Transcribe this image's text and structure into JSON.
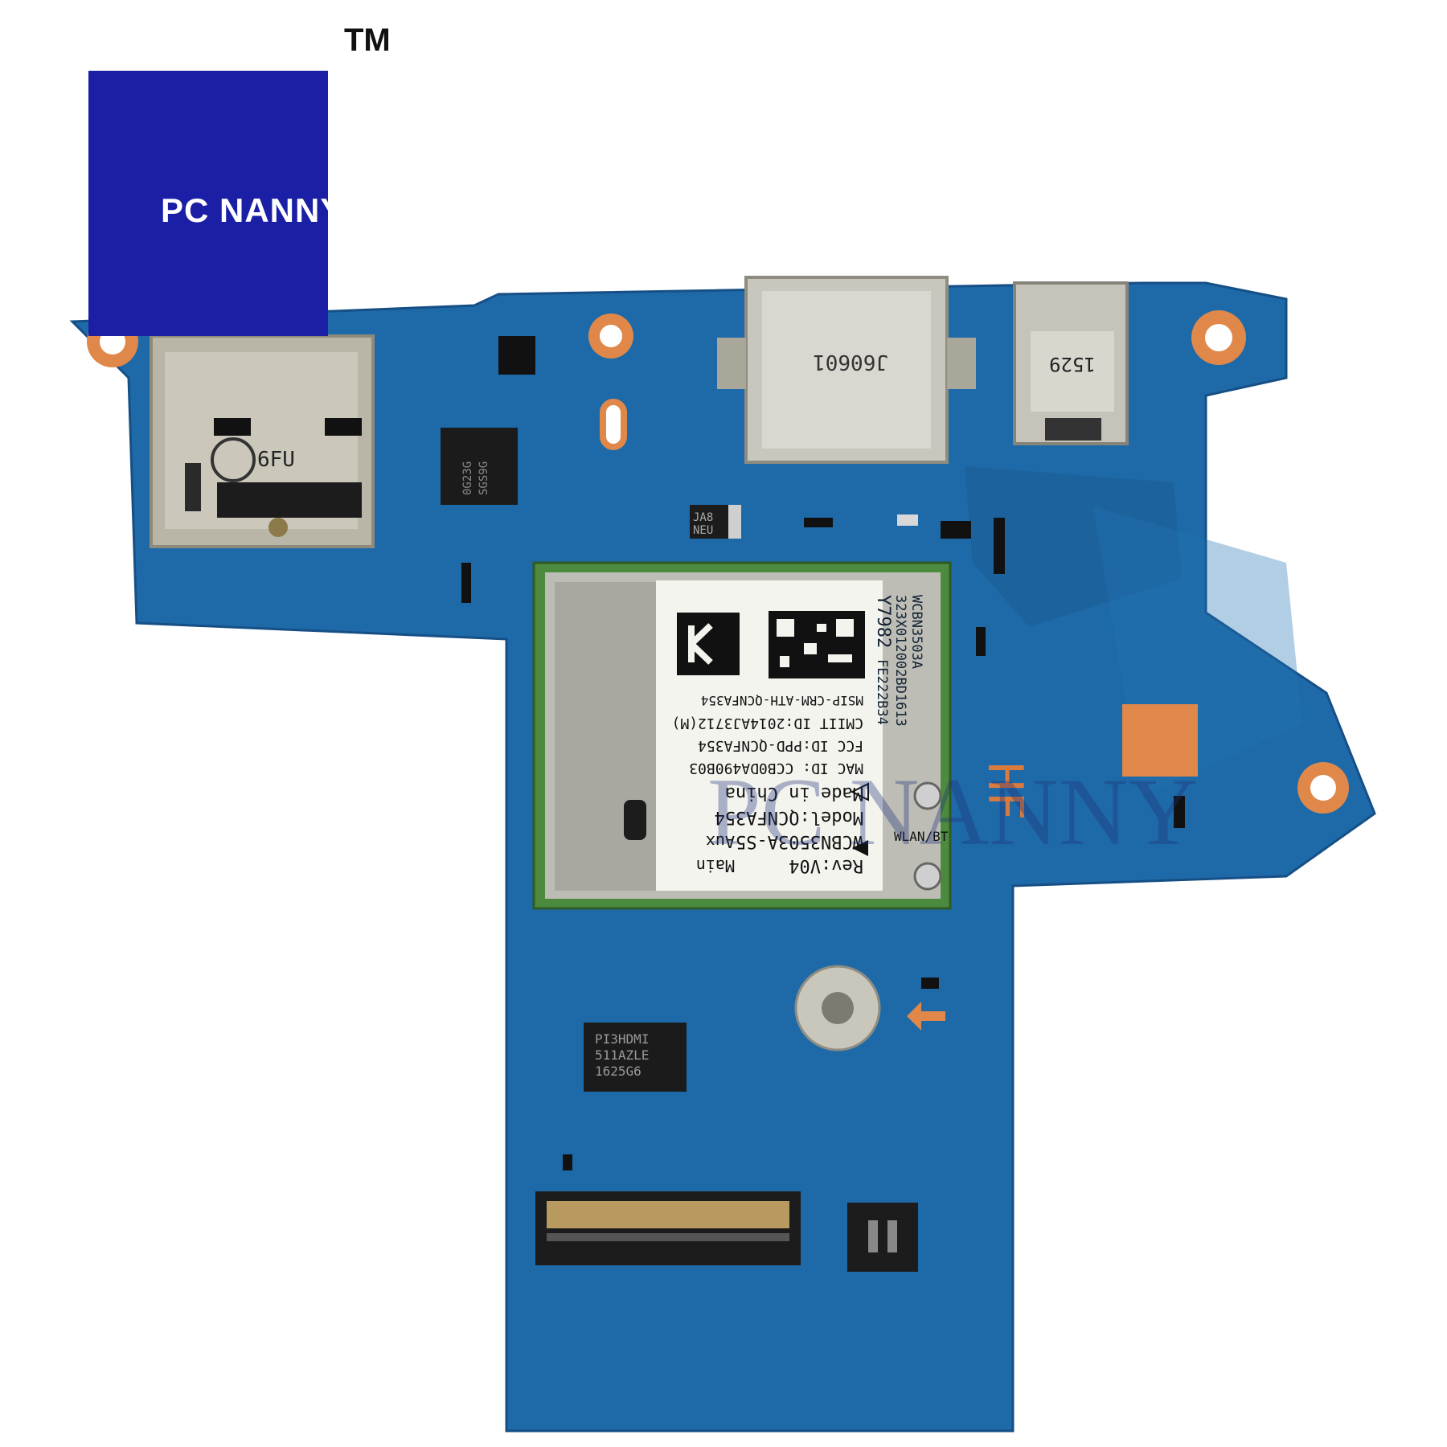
{
  "watermark": {
    "logo_text": "PC NANNY",
    "trademark": "TM",
    "overlay_text": "PC NANNY"
  },
  "colors": {
    "logo_background": "#1a1fa6",
    "board": "#1e6aa8",
    "board_dark": "#164f86",
    "copper_pad": "#e0884a",
    "shield_metal": "#bdbdb6",
    "label": "#f4f4ef"
  },
  "board_markings": {
    "usb_c_port_stamp": "J60601",
    "micro_usb_stamp": "1529",
    "diode_marking": "JA8",
    "diode_marking_2": "NEU",
    "hdmi_chip_line1": "PI3HDMI",
    "hdmi_chip_line2": "511AZLE",
    "hdmi_chip_line3": "1625G6",
    "controller_chip_line1": "0G23G",
    "controller_chip_line2": "SGS9G",
    "card_slot_mark": "6FU",
    "silkscreen_hf": "HF",
    "antenna_main": "Main",
    "antenna_aux": "Aux",
    "antenna_port_label": "WLAN/BT"
  },
  "wifi_module_label": {
    "side_line1": "WCBN3503A",
    "side_line2": "323X012002BD1613",
    "side_line3": "Y7982",
    "side_line4": "FE222B34",
    "rev": "Rev:V04",
    "model_code": "WCBN3503A-S5",
    "model": "Model:QCNFA354",
    "origin": "Made in China",
    "mac": "MAC ID: CCB0DA490B03",
    "fcc": "FCC ID:PPD-QCNFA354",
    "cmiit": "CMIIT ID:2014AJ3712(M)",
    "msip": "MSIP-CRM-ATH-QCNFA354"
  }
}
